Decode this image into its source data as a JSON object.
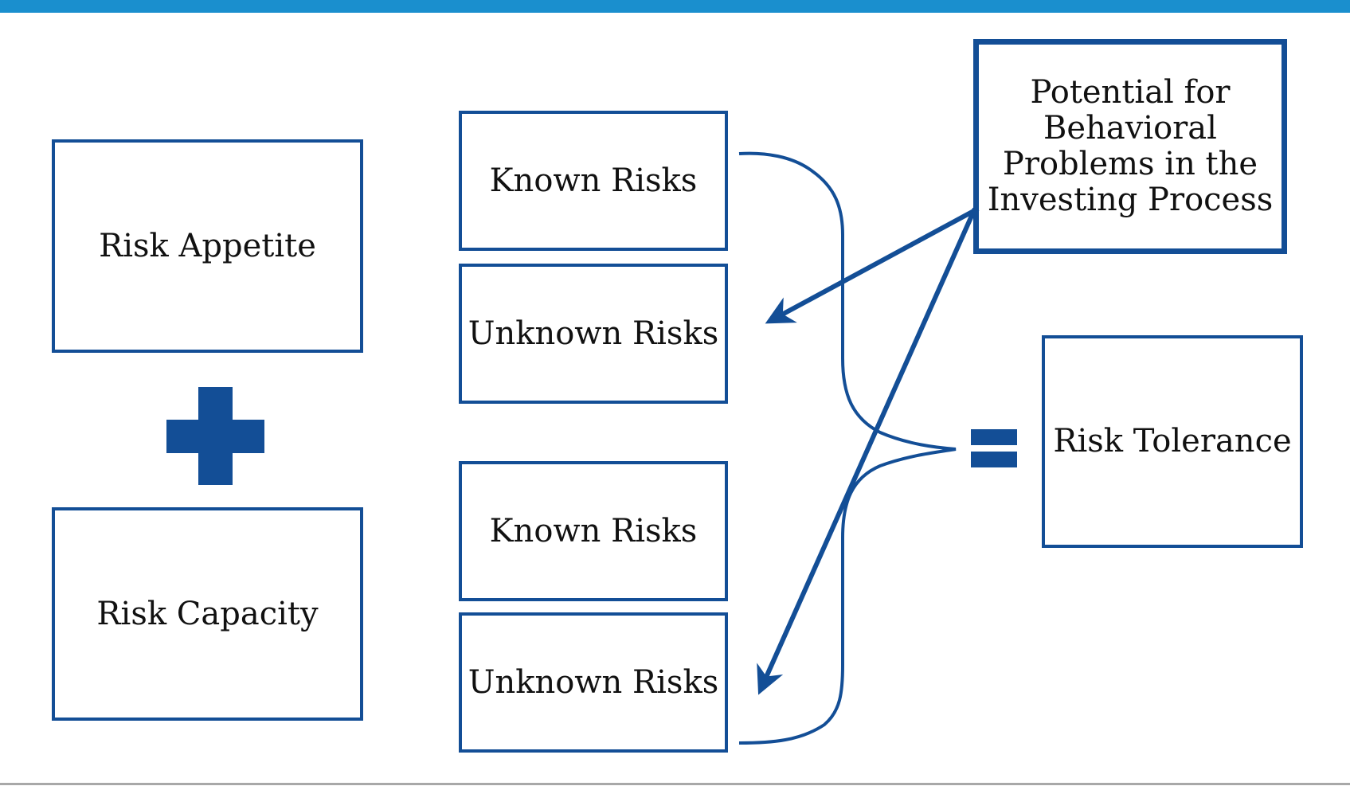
{
  "colors": {
    "primary": "#134e96",
    "top_bar": "#1a8fce",
    "bottom_rule": "#a8a8a8"
  },
  "diagram": {
    "inputs": {
      "risk_appetite": "Risk Appetite",
      "risk_capacity": "Risk Capacity"
    },
    "components": {
      "upper_known": "Known Risks",
      "upper_unknown": "Unknown Risks",
      "lower_known": "Known Risks",
      "lower_unknown": "Unknown Risks"
    },
    "behavioral": {
      "line1": "Potential for",
      "line2": "Behavioral",
      "line3": "Problems in the",
      "line4": "Investing Process"
    },
    "result": "Risk Tolerance",
    "operators": {
      "plus": "plus-symbol",
      "equals": "equals-symbol"
    }
  }
}
